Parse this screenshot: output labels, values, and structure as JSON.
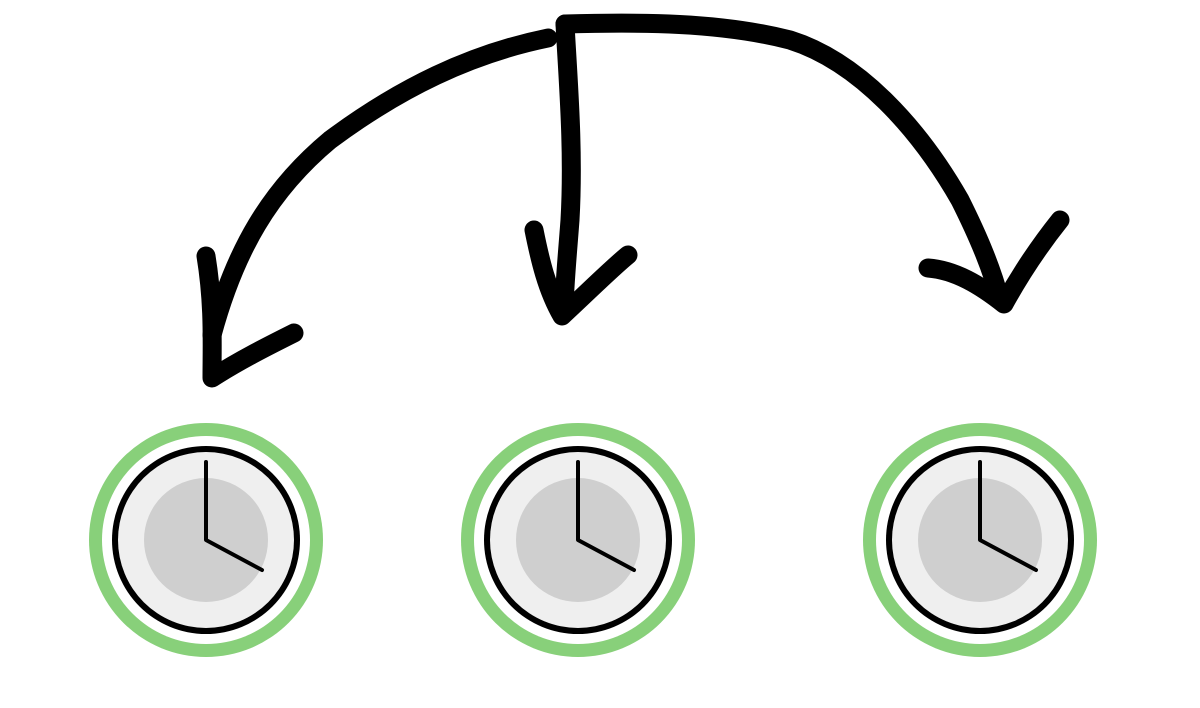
{
  "colors": {
    "background": "#ffffff",
    "arrow": "#000000",
    "clock_ring": "#88d07a",
    "clock_gap": "#ffffff",
    "clock_rim": "#000000",
    "clock_face_outer": "#efefef",
    "clock_face_inner": "#cfcfcf",
    "clock_hands": "#000000"
  },
  "icons": {
    "arrow": "hand-drawn-arrow",
    "clock": "clock-icon"
  },
  "diagram": {
    "arrows": [
      {
        "name": "arrow-left",
        "target": "clock-left"
      },
      {
        "name": "arrow-middle",
        "target": "clock-middle"
      },
      {
        "name": "arrow-right",
        "target": "clock-right"
      }
    ],
    "clocks": [
      {
        "name": "clock-left",
        "time": "4:00"
      },
      {
        "name": "clock-middle",
        "time": "4:00"
      },
      {
        "name": "clock-right",
        "time": "4:00"
      }
    ]
  }
}
